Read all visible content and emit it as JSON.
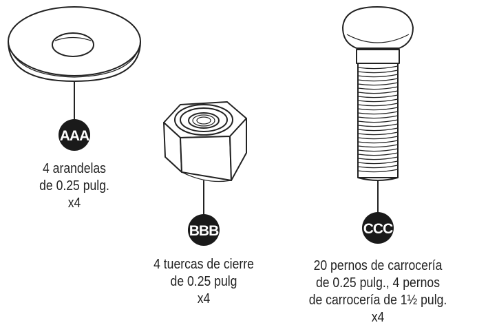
{
  "parts": [
    {
      "code": "AAA",
      "caption": [
        "4 arandelas",
        "de 0.25 pulg.",
        "x4"
      ]
    },
    {
      "code": "BBB",
      "caption": [
        "4 tuercas de cierre",
        "de 0.25 pulg",
        "x4"
      ]
    },
    {
      "code": "CCC",
      "caption": [
        "20 pernos de carrocería",
        "de 0.25 pulg., 4 pernos",
        "de carrocería de 1½ pulg.",
        "x4"
      ]
    }
  ],
  "colors": {
    "ink": "#222222",
    "badge_fill": "#1a1a1a",
    "badge_text": "#ffffff",
    "background": "#ffffff"
  }
}
